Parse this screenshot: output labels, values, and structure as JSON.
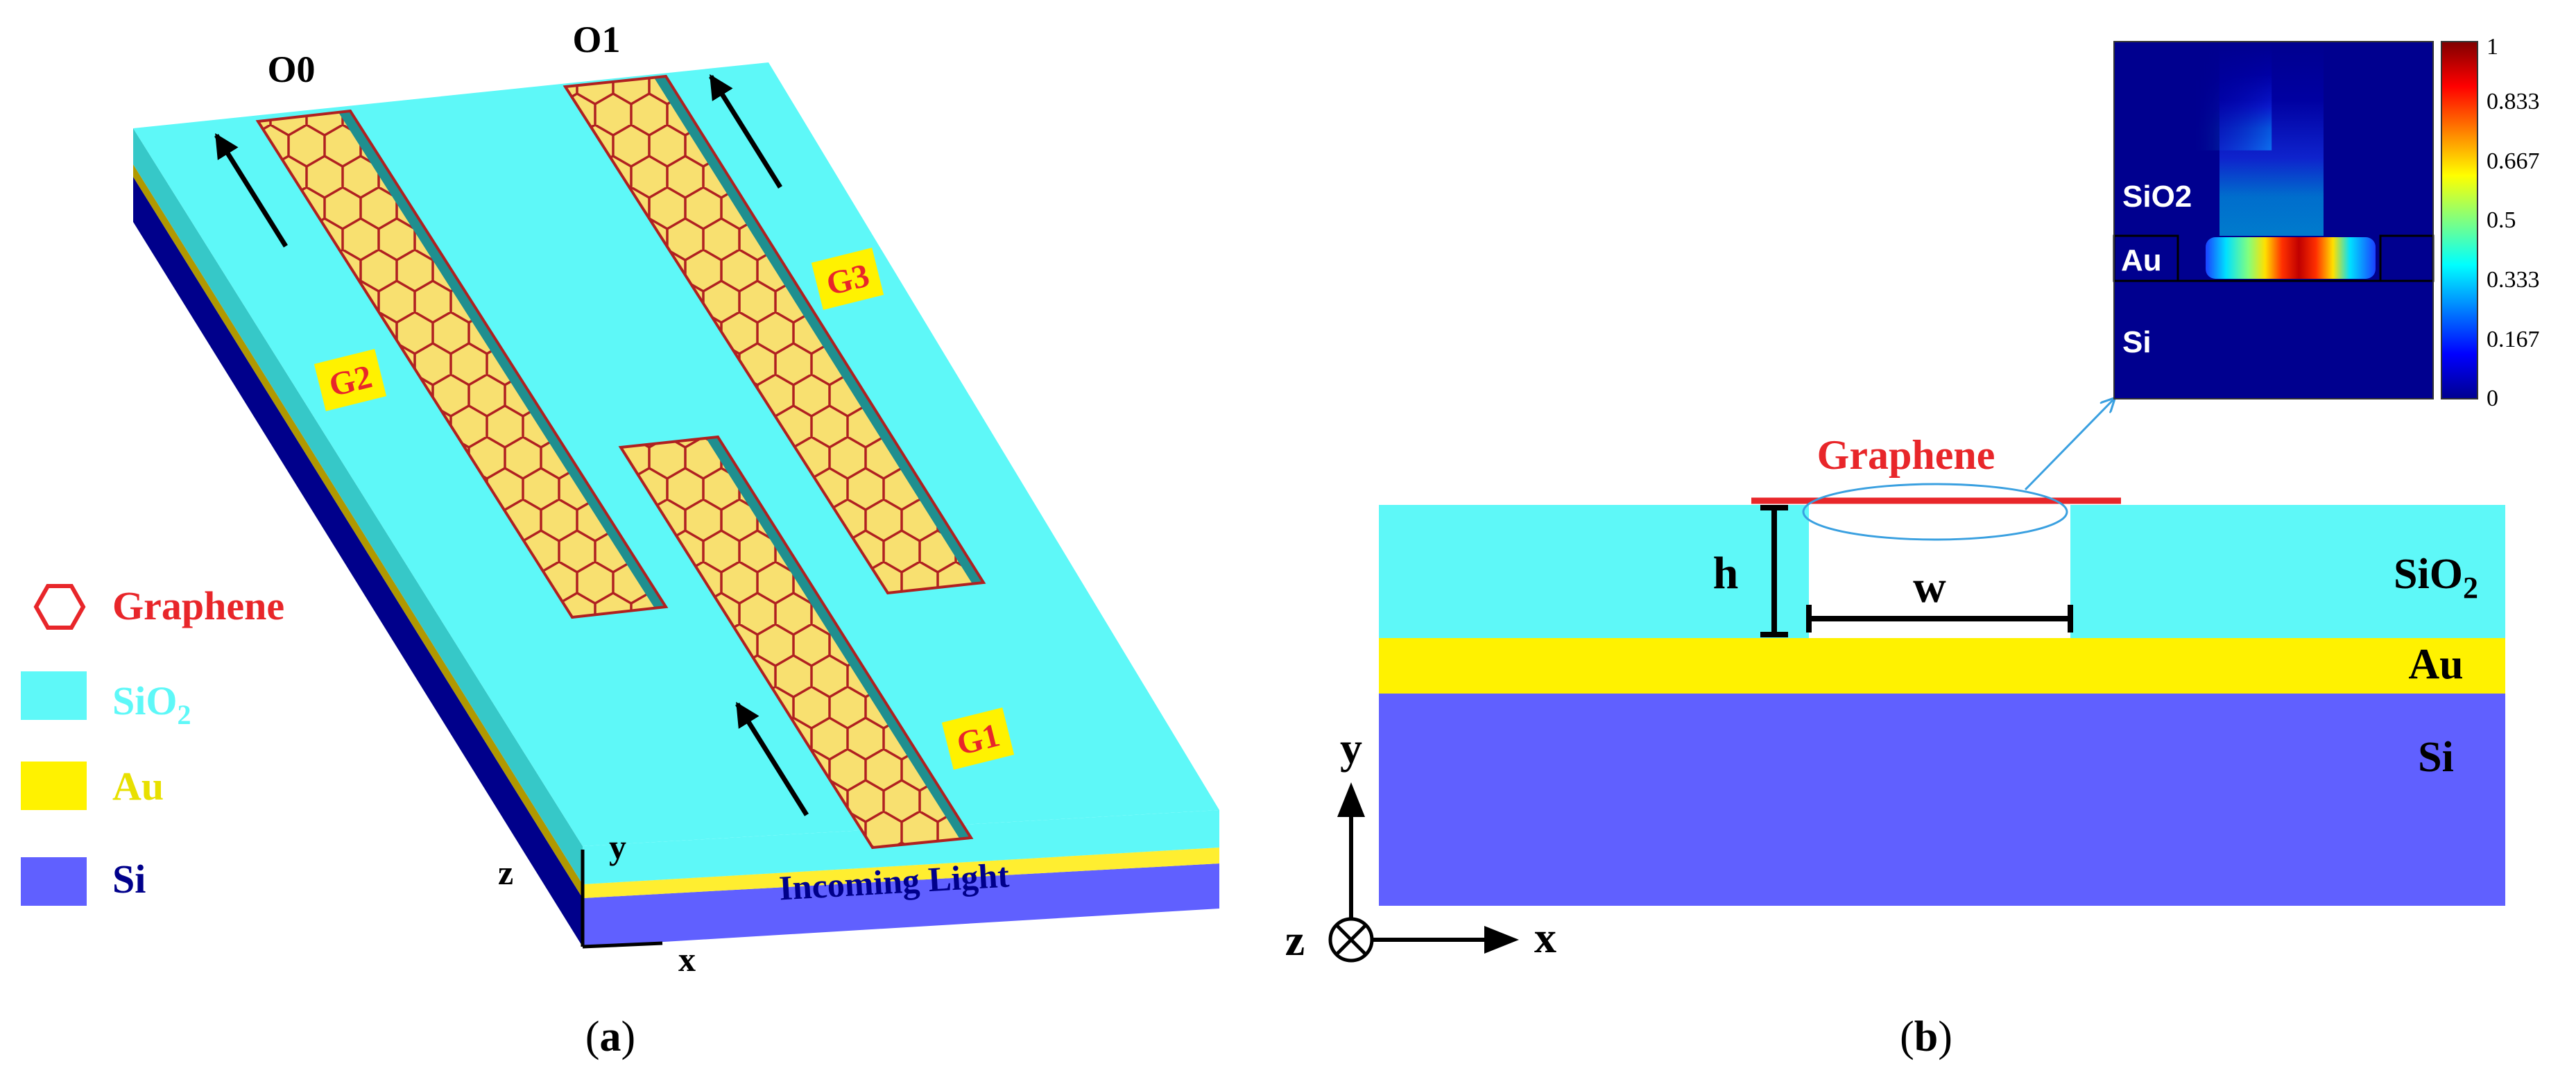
{
  "colors": {
    "sio2": "#5ef8f8",
    "sio2_side": "#36c8c8",
    "au": "#fff200",
    "au_side": "#b09800",
    "si": "#6060ff",
    "si_side": "#00008b",
    "graphene": "#ff0000",
    "graphene_edge": "#b02020",
    "gold_strip": "#f8e070",
    "ridge": "#1f8f8f",
    "label_red": "#e8262a",
    "label_cyan": "#5ef8f8",
    "label_yellow": "#e8e000",
    "label_si": "#00008b"
  },
  "panel_a": {
    "caption_open": "(",
    "caption_letter": "a",
    "caption_close": ")",
    "outputs": [
      "O0",
      "O1"
    ],
    "gates": [
      "G2",
      "G3",
      "G1"
    ],
    "incoming": "Incoming Light",
    "axes": {
      "x": "x",
      "y": "y",
      "z": "z"
    },
    "legend": [
      {
        "label": "Graphene",
        "key": "graphene"
      },
      {
        "label": "SiO",
        "sub": "2",
        "key": "sio2"
      },
      {
        "label": "Au",
        "key": "au"
      },
      {
        "label": "Si",
        "key": "si"
      }
    ]
  },
  "panel_b": {
    "caption_open": "(",
    "caption_letter": "b",
    "caption_close": ")",
    "graphene": "Graphene",
    "h": "h",
    "w": "w",
    "sio2": "SiO",
    "sio2_sub": "2",
    "au": "Au",
    "si": "Si",
    "axes": {
      "x": "x",
      "y": "y",
      "z": "z"
    },
    "inset": {
      "labels": [
        "SiO2",
        "Au",
        "Si"
      ],
      "colorbar_ticks": [
        "1",
        "0.833",
        "0.667",
        "0.5",
        "0.333",
        "0.167",
        "0"
      ]
    }
  }
}
